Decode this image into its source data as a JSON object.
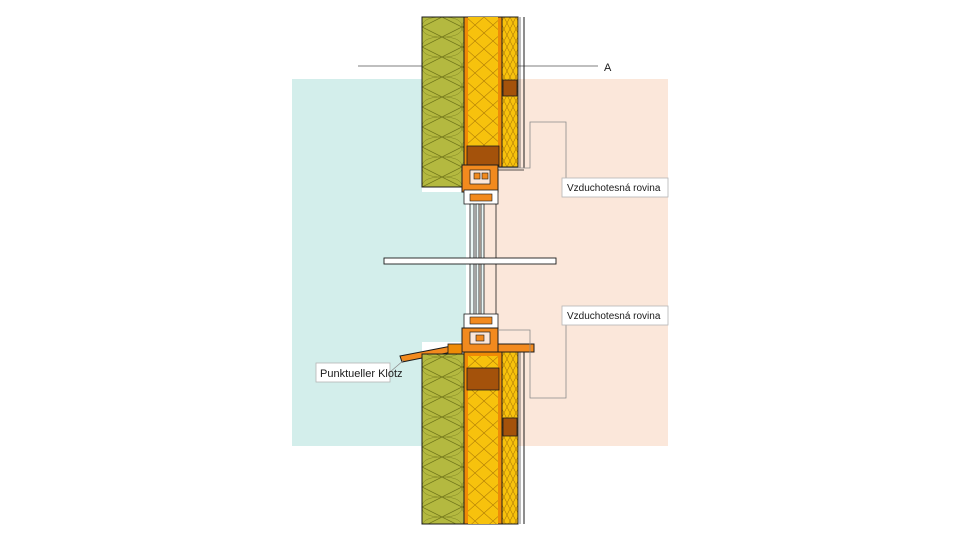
{
  "labels": {
    "section_marker": "A",
    "airtight_plane_upper": "Vzduchotesná rovina",
    "airtight_plane_lower": "Vzduchotesná rovina",
    "support_block": "Punktueller Klotz"
  },
  "colors": {
    "exterior_zone": "#d3eeeb",
    "interior_zone": "#fbe7da",
    "mineral_wool": "#b4b940",
    "wood_fiber_insulation": "#f7c20d",
    "timber_frame": "#ef8b06",
    "timber_stud": "#a4520b",
    "window_frame": "#f28a1e",
    "outline": "#1c1c1c"
  }
}
